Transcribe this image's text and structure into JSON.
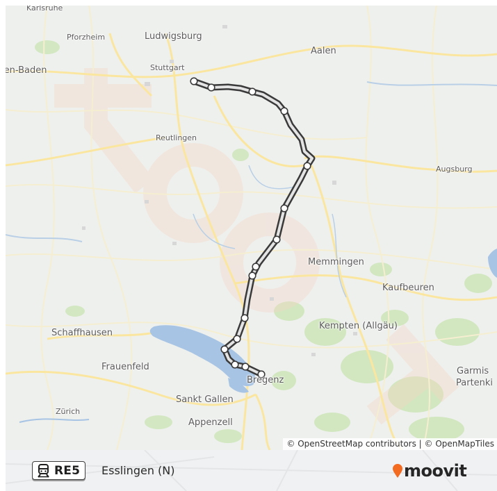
{
  "map": {
    "cities": [
      {
        "name": "Karlsruhe",
        "size": "sm"
      },
      {
        "name": "Pforzheim",
        "size": "sm"
      },
      {
        "name": "Ludwigsburg",
        "size": "md"
      },
      {
        "name": "Aalen",
        "size": "md"
      },
      {
        "name": "len-Baden",
        "size": "md"
      },
      {
        "name": "Stuttgart",
        "size": "sm"
      },
      {
        "name": "Reutlingen",
        "size": "sm"
      },
      {
        "name": "Augsburg",
        "size": "sm"
      },
      {
        "name": "Memmingen",
        "size": "md"
      },
      {
        "name": "Kaufbeuren",
        "size": "md"
      },
      {
        "name": "Kempten (Allgäu)",
        "size": "md"
      },
      {
        "name": "Schaffhausen",
        "size": "md"
      },
      {
        "name": "Frauenfeld",
        "size": "md"
      },
      {
        "name": "Bregenz",
        "size": "md"
      },
      {
        "name": "Garmis",
        "size": "md"
      },
      {
        "name": "Partenki",
        "size": "md"
      },
      {
        "name": "Sankt Gallen",
        "size": "md"
      },
      {
        "name": "Zürich",
        "size": "sm"
      },
      {
        "name": "Appenzell",
        "size": "md"
      }
    ],
    "attribution": "© OpenStreetMap contributors | © OpenMapTiles",
    "colors": {
      "land": "#eef0ee",
      "water": "#a7c4e4",
      "forest": "#c9e4b5",
      "road": "#fbe9a4",
      "route_outline": "#3a3a3a",
      "route_fill": "#e4e4e4",
      "stop": "#ffffff"
    }
  },
  "footer": {
    "route_icon": "train-icon",
    "route_name": "RE5",
    "destination": "Esslingen (N)",
    "brand": "moovit",
    "brand_icon": "map-pin-icon",
    "brand_color": "#f26b21"
  }
}
